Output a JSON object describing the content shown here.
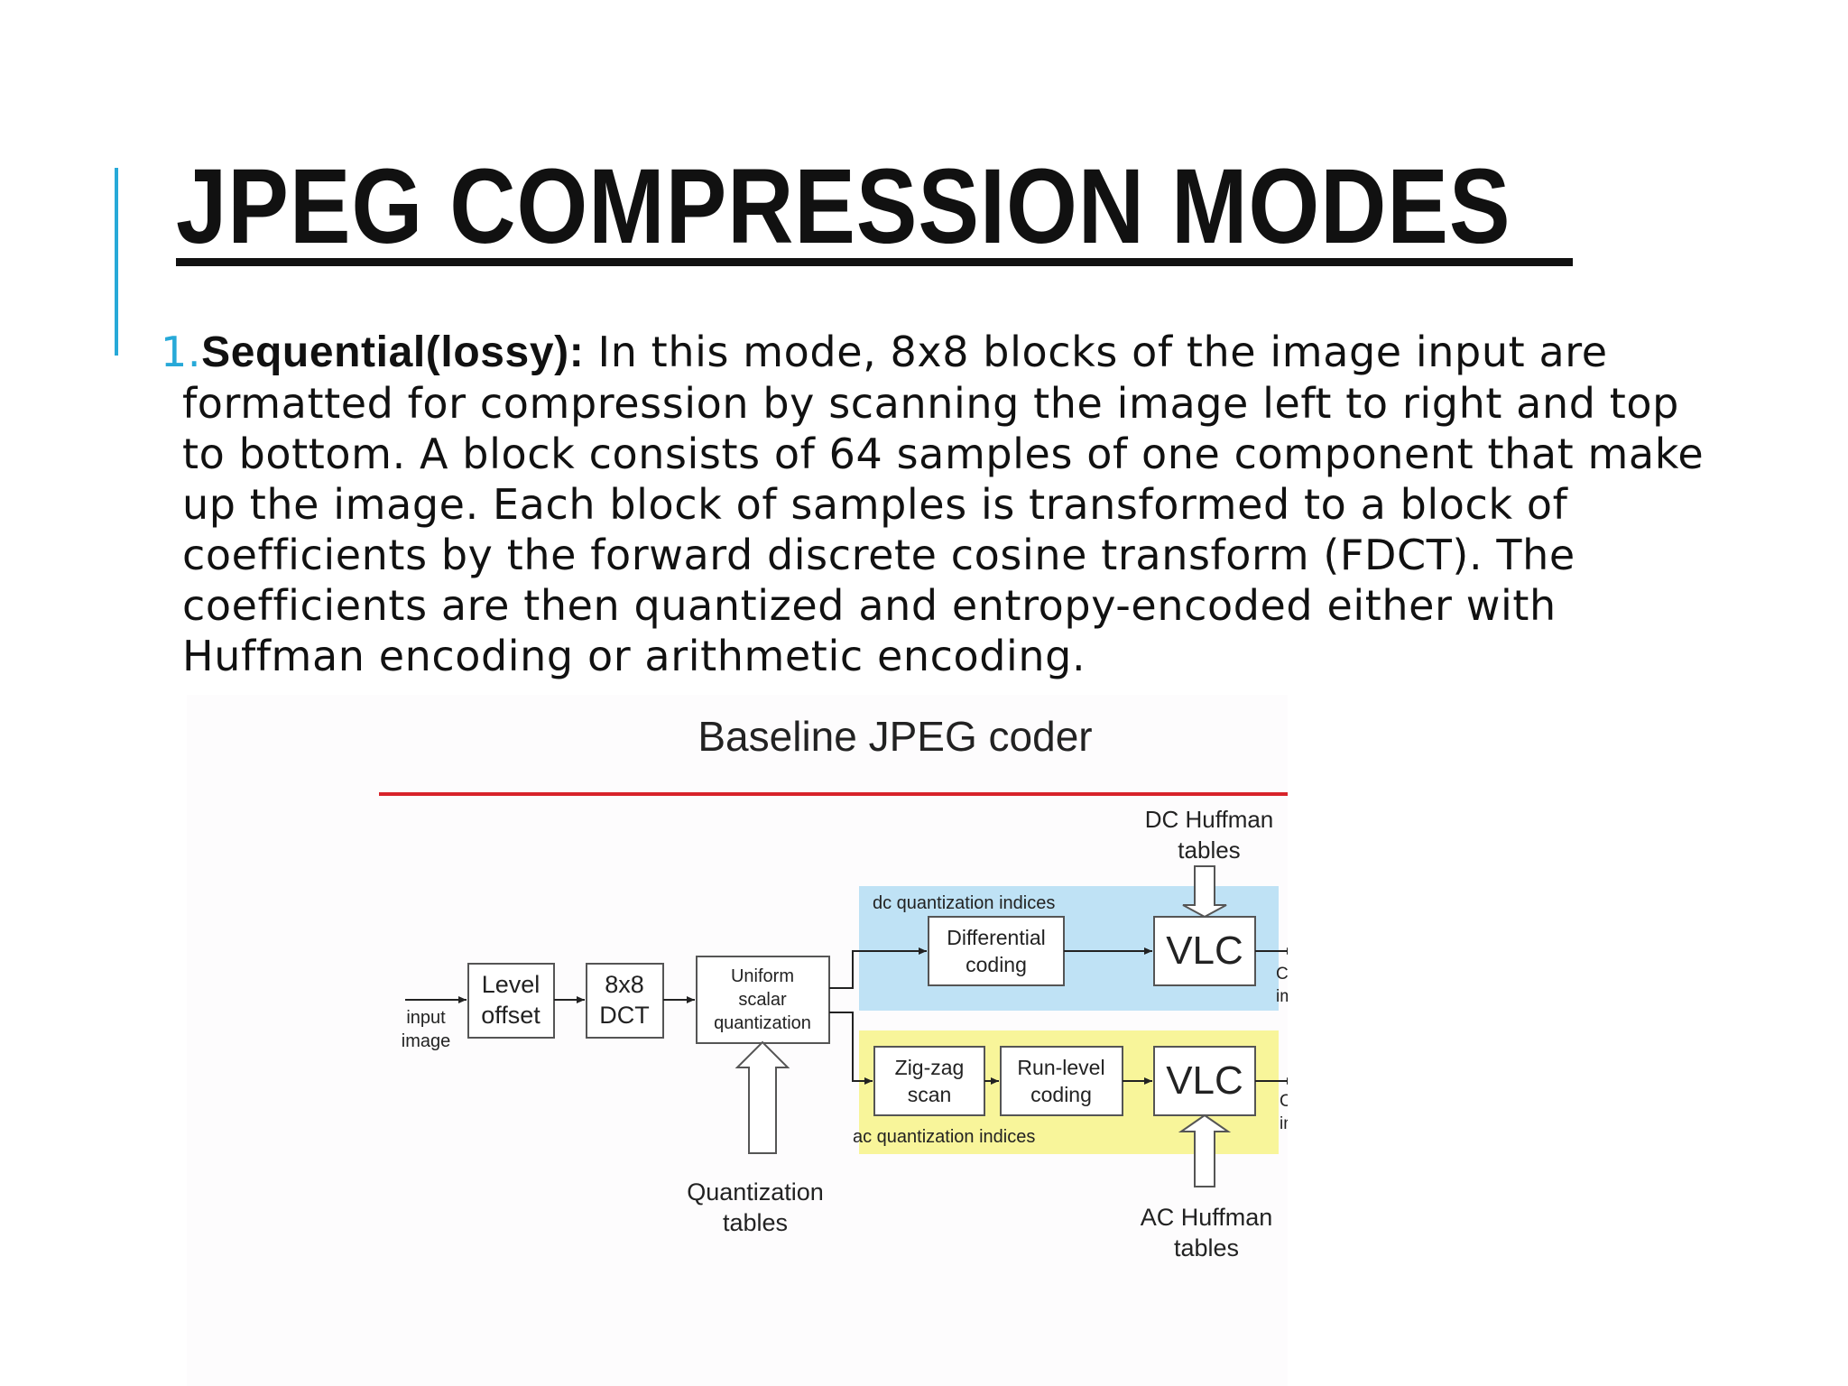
{
  "slide": {
    "title": "JPEG COMPRESSION MODES",
    "accent_color": "#27a9d8",
    "item_number": "1.",
    "item_term": "Sequential(lossy):",
    "body_lines": [
      " In this mode, 8x8 blocks of the image input are",
      "formatted for compression by scanning the image left to right and top",
      "to bottom. A block consists of 64 samples of one component that make",
      "up the image. Each block of samples is transformed to a block of",
      "coefficients by the forward discrete cosine transform (FDCT). The",
      "coefficients are then quantized and entropy-encoded either with",
      "Huffman encoding or arithmetic encoding."
    ]
  },
  "diagram": {
    "title": "Baseline JPEG coder",
    "rule_color": "#d8232a",
    "dc_region_color": "#bfe2f5",
    "ac_region_color": "#f8f59a",
    "input_label": [
      "input",
      "image"
    ],
    "level_offset": [
      "Level",
      "offset"
    ],
    "dct": [
      "8x8",
      "DCT"
    ],
    "quantizer": [
      "Uniform",
      "scalar",
      "quantization"
    ],
    "dc_region_label": "dc quantization indices",
    "ac_region_label": "ac quantization indices",
    "differential": [
      "Differential",
      "coding"
    ],
    "zigzag": [
      "Zig-zag",
      "scan"
    ],
    "runlevel": [
      "Run-level",
      "coding"
    ],
    "vlc": "VLC",
    "output_label": [
      "Compressed",
      "image data"
    ],
    "dc_tables": [
      "DC Huffman",
      "tables"
    ],
    "ac_tables": [
      "AC Huffman",
      "tables"
    ],
    "quant_tables": [
      "Quantization",
      "tables"
    ]
  }
}
